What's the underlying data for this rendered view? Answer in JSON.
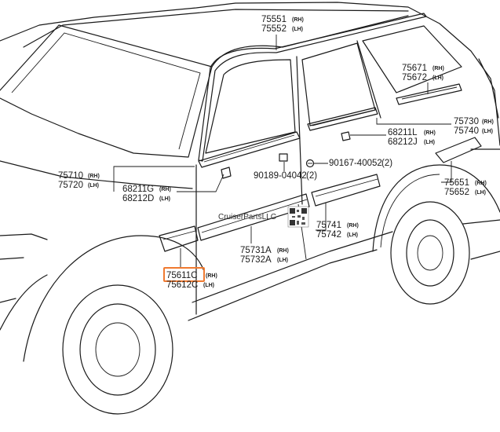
{
  "highlight_color": "#f07a30",
  "watermark": "CruiserPartsLLC",
  "callouts": [
    {
      "id": "upper-molding",
      "rh": "75551",
      "lh": "75552",
      "rh_tag": "(RH)",
      "lh_tag": "(LH)"
    },
    {
      "id": "quarter-upper",
      "rh": "75671",
      "lh": "75672",
      "rh_tag": "(RH)",
      "lh_tag": "(LH)"
    },
    {
      "id": "rear-door-belt",
      "rh": "75730",
      "lh": "75740",
      "rh_tag": "(RH)",
      "lh_tag": "(LH)"
    },
    {
      "id": "rear-clip",
      "rh": "68211L",
      "lh": "68212J",
      "rh_tag": "(RH)",
      "lh_tag": "(LH)"
    },
    {
      "id": "front-door-belt",
      "rh": "75710",
      "lh": "75720",
      "rh_tag": "(RH)",
      "lh_tag": "(LH)"
    },
    {
      "id": "front-clip",
      "rh": "68211G",
      "lh": "68212D",
      "rh_tag": "(RH)",
      "lh_tag": "(LH)"
    },
    {
      "id": "rear-fender",
      "rh": "75651",
      "lh": "75652",
      "rh_tag": "(RH)",
      "lh_tag": "(LH)"
    },
    {
      "id": "rear-door-side",
      "rh": "75741",
      "lh": "75742",
      "rh_tag": "(RH)",
      "lh_tag": "(LH)"
    },
    {
      "id": "front-door-side",
      "rh": "75731A",
      "lh": "75732A",
      "rh_tag": "(RH)",
      "lh_tag": "(LH)"
    },
    {
      "id": "front-fender",
      "rh": "75611C",
      "lh": "75612C",
      "rh_tag": "(RH)",
      "lh_tag": "(LH)",
      "highlighted": true
    }
  ],
  "fasteners": [
    {
      "id": "screw",
      "part": "90167-40052",
      "qty": "(2)"
    },
    {
      "id": "clip",
      "part": "90189-04042",
      "qty": "(2)"
    }
  ]
}
